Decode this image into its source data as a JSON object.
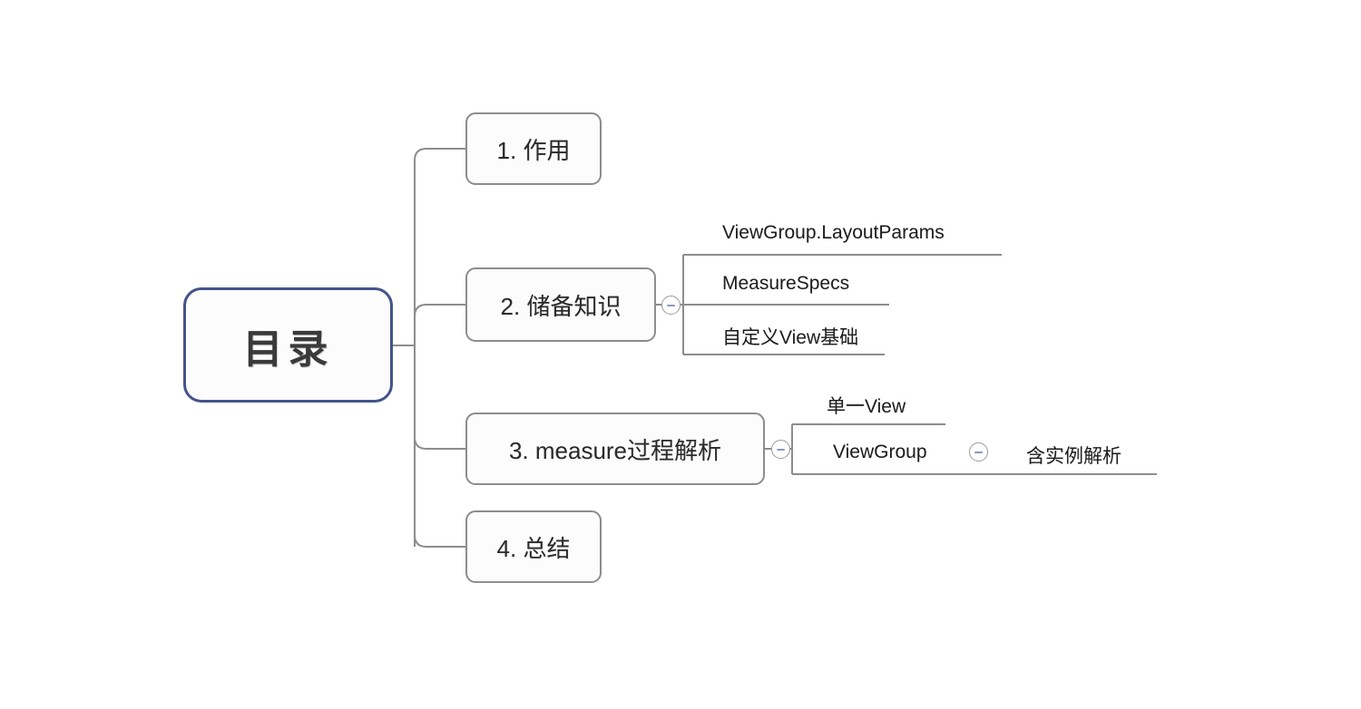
{
  "diagram": {
    "type": "mindmap",
    "title_node": "目录",
    "colors": {
      "root_border": "#44548a",
      "node_border": "#8d8d8d",
      "edge": "#8d8d8d",
      "text": "#2b2b2b",
      "toggle_minus": "#9096c0",
      "background": "#ffffff"
    },
    "root": {
      "label": "目录"
    },
    "branches": [
      {
        "label": "1. 作用",
        "has_toggle": false,
        "children": []
      },
      {
        "label": "2. 储备知识",
        "has_toggle": true,
        "toggle_state": "expanded",
        "toggle_glyph": "minus",
        "children": [
          {
            "label": "ViewGroup.LayoutParams",
            "has_toggle": false,
            "children": []
          },
          {
            "label": "MeasureSpecs",
            "has_toggle": false,
            "children": []
          },
          {
            "label": "自定义View基础",
            "has_toggle": false,
            "children": []
          }
        ]
      },
      {
        "label": "3. measure过程解析",
        "has_toggle": true,
        "toggle_state": "expanded",
        "toggle_glyph": "minus",
        "children": [
          {
            "label": "单一View",
            "has_toggle": false,
            "children": []
          },
          {
            "label": "ViewGroup",
            "has_toggle": true,
            "toggle_state": "expanded",
            "toggle_glyph": "minus",
            "children": [
              {
                "label": "含实例解析",
                "has_toggle": false,
                "children": []
              }
            ]
          }
        ]
      },
      {
        "label": "4. 总结",
        "has_toggle": false,
        "children": []
      }
    ]
  }
}
